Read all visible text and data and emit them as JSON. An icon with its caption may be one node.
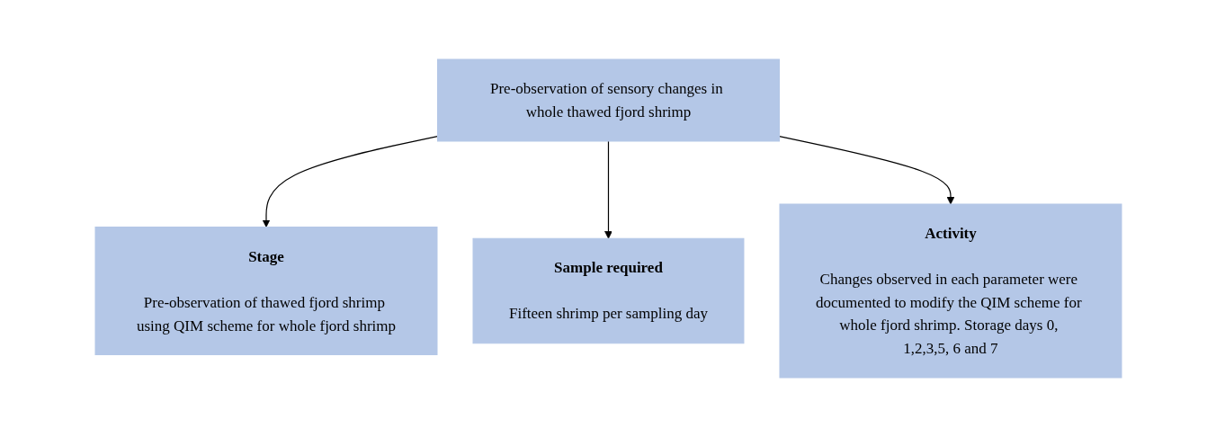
{
  "diagram": {
    "nodes": [
      {
        "text": [
          "Pre-observation of sensory changes in whole thawed fjord shrimp"
        ]
      },
      {
        "text": [
          "Stage",
          "Pre-observation of thawed fjord shrimp using QIM scheme for whole fjord shrimp"
        ]
      },
      {
        "text": [
          "Sample required",
          "Fifteen shrimp per sampling day"
        ]
      },
      {
        "text": [
          "Activity",
          "Changes observed in each parameter were documented to modify the QIM scheme for whole fjord shrimp. Storage days 0, 1,2,3,5, 6 and 7"
        ]
      }
    ],
    "edges": [
      {
        "from": 0,
        "to": 1,
        "arrow": "to"
      },
      {
        "from": 0,
        "to": 2,
        "arrow": "to"
      },
      {
        "from": 0,
        "to": 3,
        "arrow": "to"
      }
    ]
  }
}
